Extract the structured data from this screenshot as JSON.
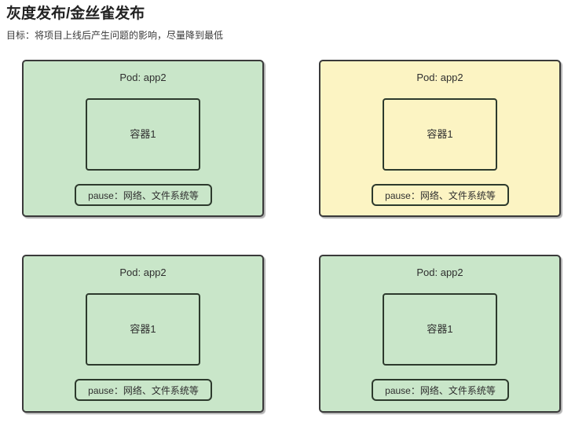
{
  "header": {
    "title": "灰度发布/金丝雀发布",
    "subtitle": "目标：将项目上线后产生问题的影响，尽量降到最低"
  },
  "colors": {
    "green_fill": "#c9e6c9",
    "yellow_fill": "#fcf4c3",
    "outer_border": "#3a3a3a",
    "inner_border": "#2d3a2d",
    "text": "#2f2f2f",
    "background": "#ffffff"
  },
  "pods": [
    {
      "id": "pod-top-left",
      "variant": "green",
      "title": "Pod: app2",
      "container_label": "容器1",
      "pause_label": "pause：网络、文件系统等"
    },
    {
      "id": "pod-top-right",
      "variant": "yellow",
      "title": "Pod: app2",
      "container_label": "容器1",
      "pause_label": "pause：网络、文件系统等"
    },
    {
      "id": "pod-bottom-left",
      "variant": "green",
      "title": "Pod: app2",
      "container_label": "容器1",
      "pause_label": "pause：网络、文件系统等"
    },
    {
      "id": "pod-bottom-right",
      "variant": "green",
      "title": "Pod: app2",
      "container_label": "容器1",
      "pause_label": "pause：网络、文件系统等"
    }
  ]
}
